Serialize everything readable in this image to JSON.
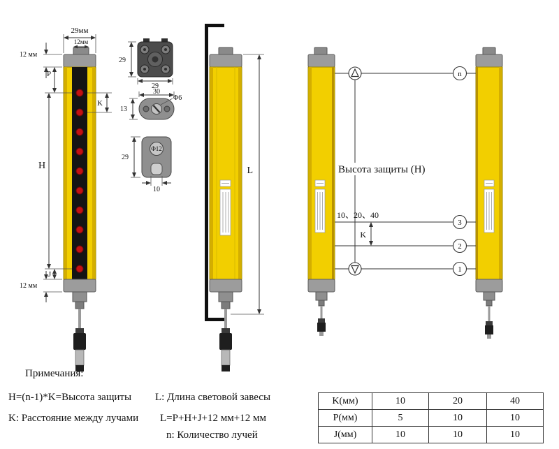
{
  "front_view": {
    "dim_width": "29мм",
    "dim_stud": "12мм",
    "dim_cap_top": "12 мм",
    "dim_p": "P",
    "dim_k": "K",
    "dim_h": "H",
    "dim_j": "J",
    "dim_cap_bottom": "12 мм"
  },
  "brackets": {
    "square": {
      "dim_h": "29",
      "dim_w": "29"
    },
    "clamp": {
      "dim_w": "30",
      "dim_h": "13",
      "hole": "Φ6"
    },
    "plate": {
      "dim_h": "29",
      "hole": "Φ12",
      "dim_slot": "10"
    }
  },
  "side_view": {
    "dim_l": "L"
  },
  "beam_view": {
    "title": "Высота защиты (H)",
    "spacing_options": "10、20、40",
    "dim_k": "K",
    "markers": [
      "n",
      "3",
      "2",
      "1"
    ]
  },
  "notes": {
    "heading": "Примечания:",
    "h_formula": "H=(n-1)*K=Высота защиты",
    "k_def": "K: Расстояние между лучами",
    "l_def": "L: Длина световой завесы",
    "l_formula": "L=P+H+J+12 мм+12 мм",
    "n_def": "n: Количество лучей"
  },
  "table": {
    "rows": [
      {
        "label": "K(мм)",
        "values": [
          "10",
          "20",
          "40"
        ]
      },
      {
        "label": "P(мм)",
        "values": [
          "5",
          "10",
          "10"
        ]
      },
      {
        "label": "J(мм)",
        "values": [
          "10",
          "10",
          "10"
        ]
      }
    ]
  }
}
